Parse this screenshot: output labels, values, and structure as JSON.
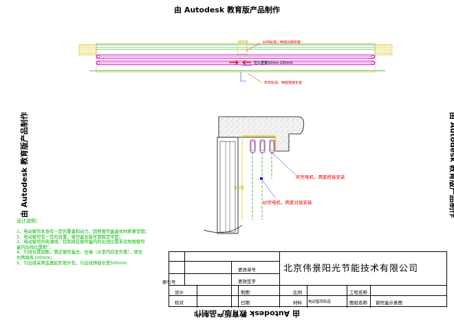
{
  "watermark": "由 Autodesk 教育版产品制作",
  "plan": {
    "label_top": "纱帘轨道，两窗对接安装",
    "label_mid": "拉头重叠50mm-100mm",
    "label_bottom": "布帘轨道，两窗搭接安装",
    "label_yellow": "窗帘盒"
  },
  "section": {
    "label_cloth_motor": "布帘电机，两套搭接安装",
    "label_gauze_motor": "纱帘电机，两套对接安装",
    "label_box": "窗帘盒"
  },
  "notes": {
    "title": "设计说明：",
    "items": [
      "1、电动窗帘本身有一定的重量和动力，固要窗帘盒盒体材质要坚固；",
      "2、电动窗帘有一定的自重，窗帘盒安装牢固稳定牢固；",
      "3、电动窗帘的电源线、控制线在窗帘盒内的出线位置参见附图窗帘",
      "    盒内出线位置图\"。",
      "4、引线位置如图，靠近窗帘盒左、右端（从室内向室外看），距左",
      "    右两端各100mm；",
      "5、引出线采用金属蛇形管外包，引出线预留长度500mm"
    ]
  },
  "title_block": {
    "company": "北京伟景阳光节能技术有限公司",
    "change_no": "更改单号",
    "change_sign": "更改签字",
    "index_no": "索引号",
    "design": "设计",
    "drawing": "制图",
    "ratio": "比例",
    "project_name": "工程名称",
    "check": "校对",
    "date": "日期",
    "material": "材料",
    "material_value": "电动窗帘轨道",
    "drawing_name": "图纸名称",
    "drawing_name_value": "窗帘盒示意图"
  }
}
